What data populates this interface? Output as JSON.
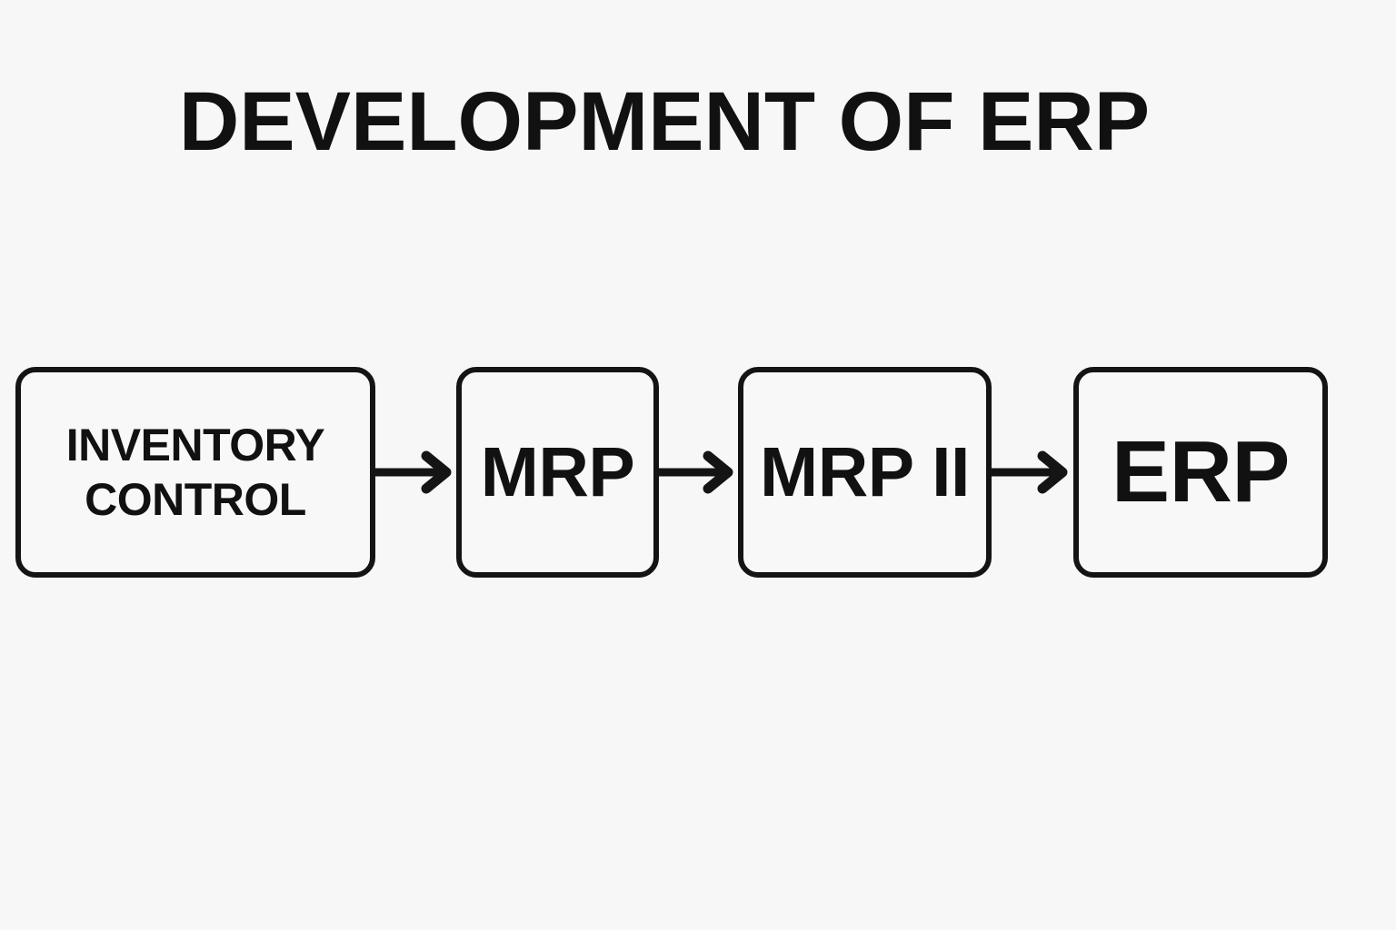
{
  "page": {
    "background_color": "#F7F7F7",
    "ink_color": "#111111"
  },
  "title": {
    "text": "DEVELOPMENT OF ERP"
  },
  "flow": {
    "nodes": [
      {
        "id": "inventory-control",
        "label": "INVENTORY\nCONTROL",
        "line1": "INVENTORY",
        "line2": "CONTROL"
      },
      {
        "id": "mrp",
        "label": "MRP"
      },
      {
        "id": "mrp-ii",
        "label": "MRP II"
      },
      {
        "id": "erp",
        "label": "ERP"
      }
    ],
    "connectors": [
      {
        "id": "arrow-1",
        "from": "inventory-control",
        "to": "mrp",
        "type": "arrow-right"
      },
      {
        "id": "arrow-2",
        "from": "mrp",
        "to": "mrp-ii",
        "type": "arrow-right"
      },
      {
        "id": "arrow-3",
        "from": "mrp-ii",
        "to": "erp",
        "type": "arrow-right"
      }
    ]
  }
}
